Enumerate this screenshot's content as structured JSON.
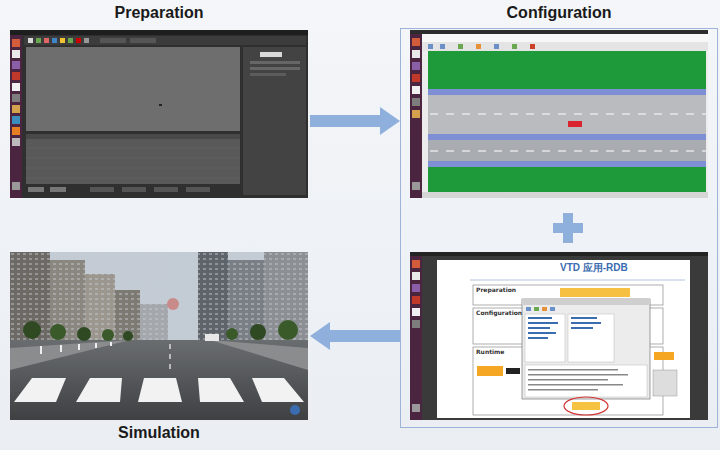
{
  "diagram": {
    "nodes": [
      {
        "text": [
          "Preparation"
        ]
      },
      {
        "text": [
          "Configuration"
        ]
      },
      {
        "text": [
          "VTD 应用-RDB",
          "Preparation",
          "Configuration",
          "Runtime"
        ],
        "in": 1
      },
      {
        "text": [
          "Simulation"
        ]
      }
    ],
    "edges": [
      {
        "from": 0,
        "to": 1,
        "arrow": "to"
      },
      {
        "from": 1,
        "to": 3,
        "arrow": "to"
      }
    ]
  }
}
